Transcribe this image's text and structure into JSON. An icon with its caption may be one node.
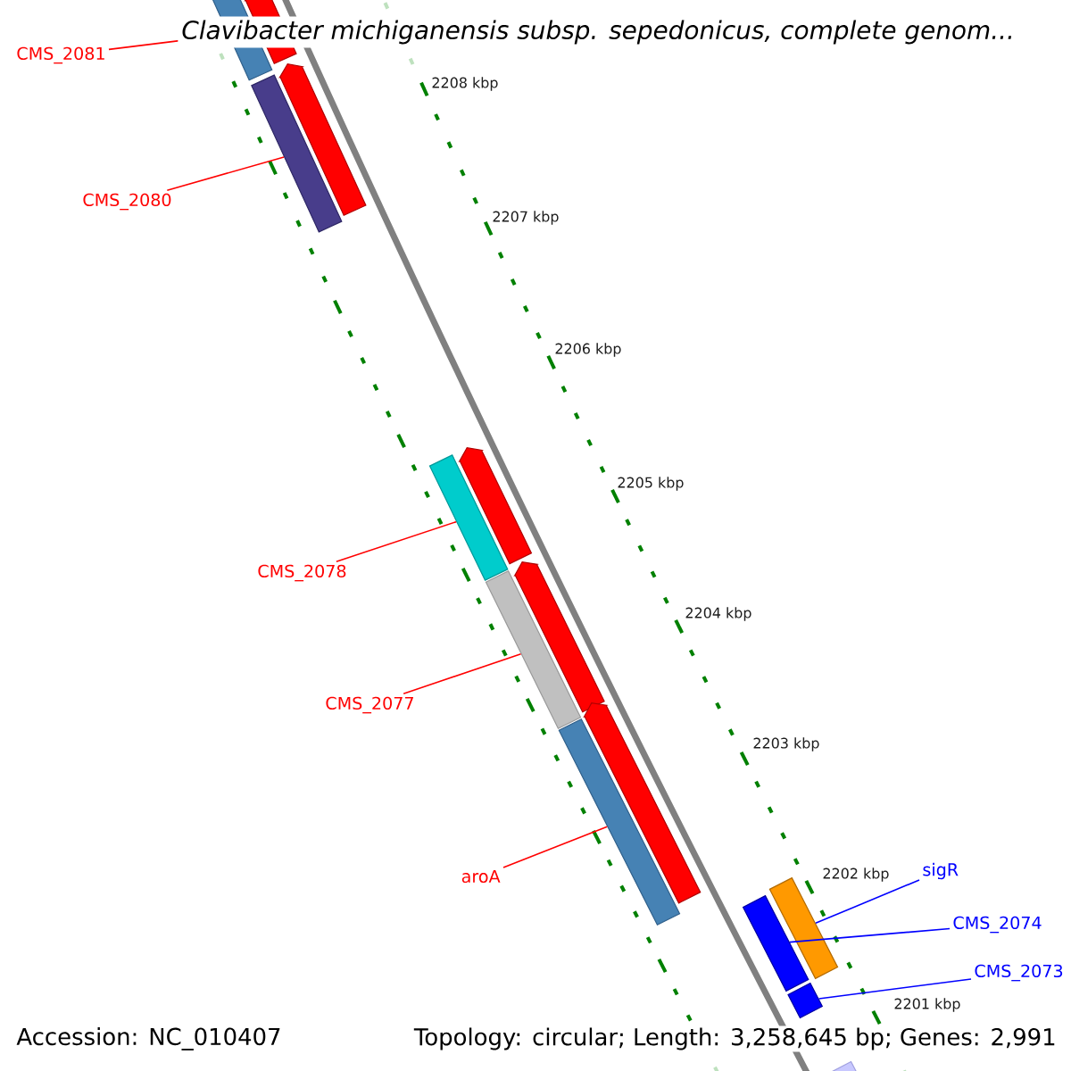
{
  "diagram": {
    "title": "*Clavibacter michiganensis* subsp. *sepedonicus*, complete genom...",
    "nodes": [
      {
        "text": [
          "CMS_2081"
        ]
      },
      {
        "text": [],
        "shape": "bar"
      },
      {
        "text": [],
        "shape": "arrow"
      },
      {
        "text": [
          "CMS_2080"
        ]
      },
      {
        "text": [],
        "shape": "bar"
      },
      {
        "text": [],
        "shape": "arrow"
      },
      {
        "text": [
          "CMS_2078"
        ]
      },
      {
        "text": [],
        "shape": "bar"
      },
      {
        "text": [],
        "shape": "arrow"
      },
      {
        "text": [
          "CMS_2077"
        ]
      },
      {
        "text": [],
        "shape": "bar"
      },
      {
        "text": [],
        "shape": "arrow"
      },
      {
        "text": [
          "aroA"
        ]
      },
      {
        "text": [],
        "shape": "bar"
      },
      {
        "text": [],
        "shape": "arrow"
      },
      {
        "text": [
          "sigR"
        ]
      },
      {
        "text": [],
        "shape": "bar"
      },
      {
        "text": [
          "CMS_2074"
        ]
      },
      {
        "text": [],
        "shape": "bar"
      },
      {
        "text": [
          "CMS_2073"
        ]
      },
      {
        "text": [],
        "shape": "bar"
      },
      {
        "text": [],
        "shape": "bar"
      }
    ],
    "edges": [
      {
        "from": 0,
        "to": 1,
        "arrow": "none"
      },
      {
        "from": 3,
        "to": 4,
        "arrow": "none"
      },
      {
        "from": 6,
        "to": 7,
        "arrow": "none"
      },
      {
        "from": 9,
        "to": 10,
        "arrow": "none"
      },
      {
        "from": 12,
        "to": 13,
        "arrow": "none"
      },
      {
        "from": 15,
        "to": 16,
        "arrow": "none",
        "color": "#0000ff"
      },
      {
        "from": 17,
        "to": 18,
        "arrow": "none",
        "color": "#0000ff"
      },
      {
        "from": 19,
        "to": 20,
        "arrow": "none",
        "color": "#0000ff"
      }
    ],
    "labels": [
      "2208 kbp",
      "2207 kbp",
      "2206 kbp",
      "2205 kbp",
      "2204 kbp",
      "2203 kbp",
      "2202 kbp",
      "2201 kbp",
      "Accession: NC_010407",
      "Topology: circular; Length: 3,258,645 bp; Genes: 2,991"
    ]
  }
}
